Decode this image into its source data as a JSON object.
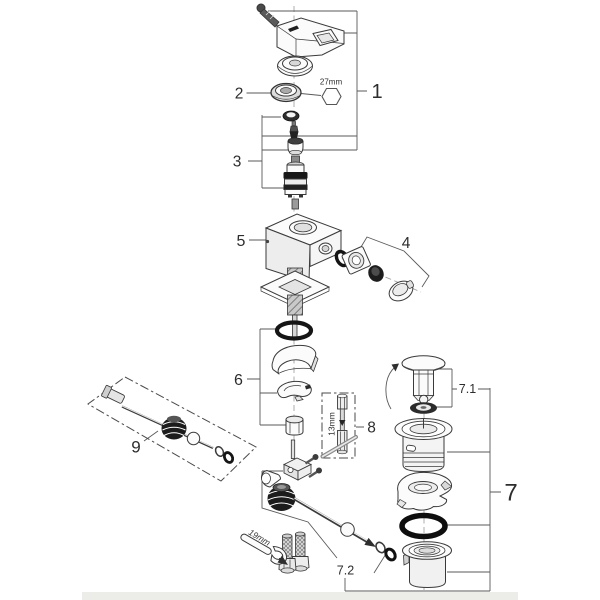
{
  "diagram": {
    "labels": {
      "n1": "1",
      "n2": "2",
      "n3": "3",
      "n4": "4",
      "n5": "5",
      "n6": "6",
      "n7": "7",
      "n7_1": "7.1",
      "n7_2": "7.2",
      "n8": "8",
      "n9": "9"
    },
    "annotations": {
      "cartridge_nut_size": "27mm",
      "socket_tool_size": "13mm",
      "wrench_size": "19mm"
    },
    "colors": {
      "line": "#3a3a3a",
      "leader": "#5a5a5a",
      "black_fill": "#1b1b1b",
      "background": "#ffffff",
      "footer_strip": "#ecece9"
    }
  }
}
